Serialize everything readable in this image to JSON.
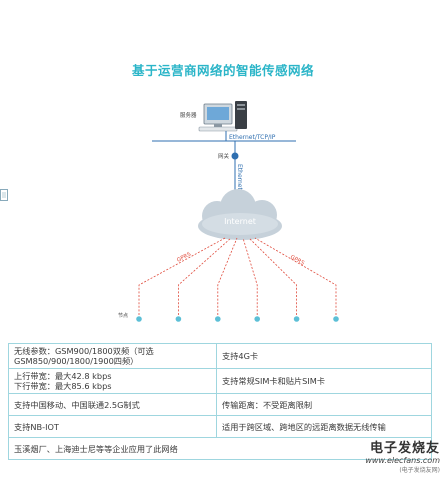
{
  "title": "基于运营商网络的智能传感网络",
  "diagram": {
    "server_label": "服务器",
    "ethernet_top": "Ethernet/TCP/IP",
    "gateway_label": "网关",
    "ethernet_vertical": "Ethernet",
    "internet_label": "Internet",
    "link_label_left": "GPRS",
    "link_label_right": "GPRS",
    "node_label": "节点",
    "node_count": 6,
    "colors": {
      "line": "#2f6fb0",
      "dashed": "#e04b3c",
      "node": "#5cbfd6",
      "cloud": "#bfcbd6"
    }
  },
  "table": {
    "rows": [
      {
        "left": "无线参数：GSM900/1800双频（可选GSM850/900/1800/1900四频）",
        "right": "支持4G卡"
      },
      {
        "left": "上行带宽：最大42.8 kbps\n下行带宽：最大85.6 kbps",
        "right": "支持常规SIM卡和贴片SIM卡"
      },
      {
        "left": "支持中国移动、中国联通2.5G制式",
        "right": "传输距离：不受距离限制"
      },
      {
        "left": "支持NB-IOT",
        "right": "适用于跨区域、跨地区的远距离数据无线传输"
      }
    ],
    "footer": "玉溪烟厂、上海迪士尼等等企业应用了此网络"
  },
  "watermark": {
    "logo": "电子发烧友",
    "url": "www.elecfans.com",
    "tagline": "(电子发烧友网)"
  }
}
